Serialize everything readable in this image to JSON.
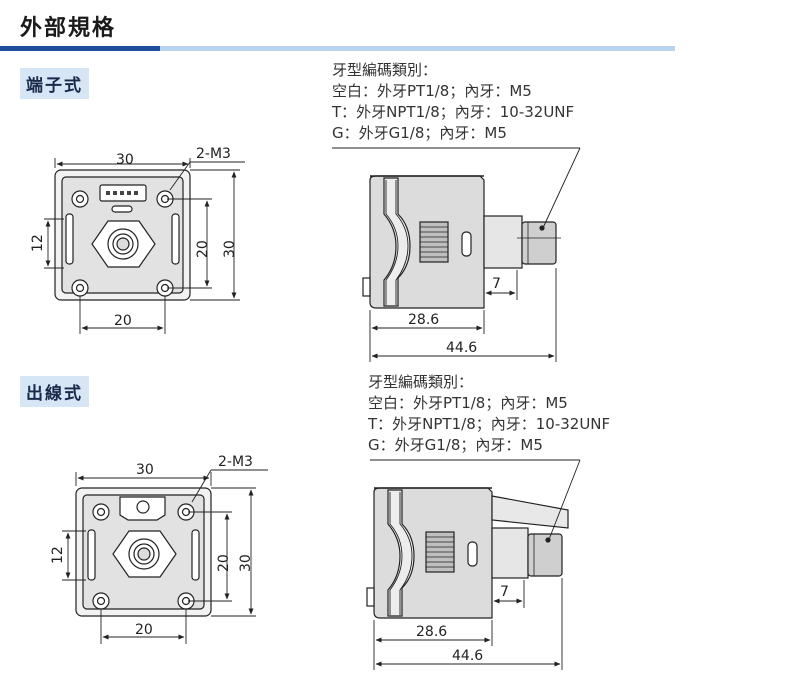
{
  "header": {
    "title": "外部規格"
  },
  "sections": {
    "terminal": {
      "label": "端子式",
      "spec_lines": [
        "牙型編碼類別：",
        "空白：外牙PT1/8；內牙：M5",
        "T：外牙NPT1/8；內牙：10-32UNF",
        "G：外牙G1/8；內牙：M5"
      ],
      "dims": {
        "width_top": "30",
        "hole_thread": "2-M3",
        "left_height": "12",
        "inner_h": "20",
        "outer_h": "30",
        "bottom_w": "20",
        "port": "7",
        "body_len": "28.6",
        "total_len": "44.6"
      }
    },
    "cable": {
      "label": "出線式",
      "spec_lines": [
        "牙型編碼類別：",
        "空白：外牙PT1/8；內牙：M5",
        "T：外牙NPT1/8；內牙：10-32UNF",
        "G：外牙G1/8；內牙：M5"
      ],
      "dims": {
        "width_top": "30",
        "hole_thread": "2-M3",
        "left_height": "12",
        "inner_h": "20",
        "outer_h": "30",
        "bottom_w": "20",
        "port": "7",
        "body_len": "28.6",
        "total_len": "44.6"
      }
    }
  },
  "colors": {
    "body_gray": "#d4d4d4",
    "dark_gray": "#8a8a8a",
    "line": "#222222",
    "accent_blue": "#1f4e9c"
  }
}
